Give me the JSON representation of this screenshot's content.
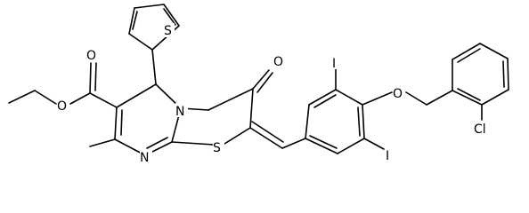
{
  "molecule": {
    "atoms": {
      "thiophene_s": "S",
      "carbonyl_o": "O",
      "ester_o_double": "O",
      "ester_o_single": "O",
      "ring_n": "N",
      "imine_n": "N",
      "thiazole_s": "S",
      "iodo_top": "I",
      "iodo_bottom": "I",
      "ether_o": "O",
      "chloro": "Cl"
    }
  }
}
